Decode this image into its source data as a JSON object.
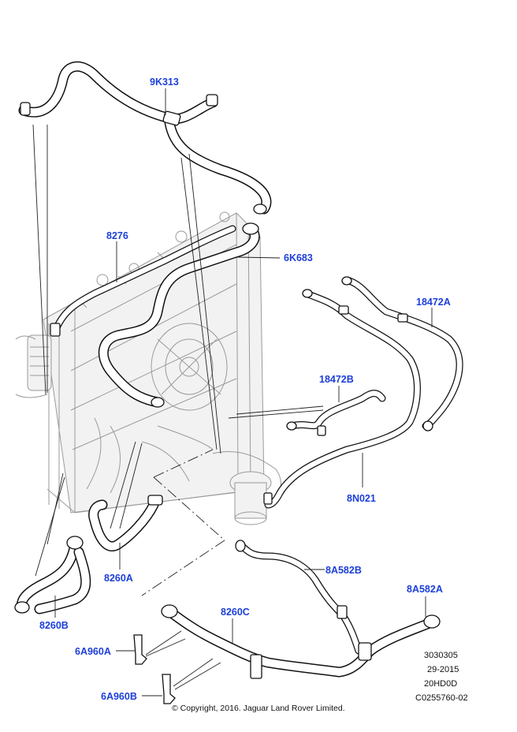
{
  "callouts": {
    "c9K313": "9K313",
    "c8276": "8276",
    "c6K683": "6K683",
    "c18472A": "18472A",
    "c18472B": "18472B",
    "c8N021": "8N021",
    "c8260A": "8260A",
    "c8260B": "8260B",
    "c8A582B": "8A582B",
    "c8A582A": "8A582A",
    "c8260C": "8260C",
    "c6A960A": "6A960A",
    "c6A960B": "6A960B"
  },
  "reference": {
    "line1": "3030305",
    "line2": "29-2015",
    "line3": "20HD0D",
    "line4": "C0255760-02"
  },
  "copyright": "© Copyright, 2016. Jaguar Land Rover Limited.",
  "colors": {
    "callout": "#1c3fd9",
    "line": "#111111",
    "ghost": "#9a9a9a"
  }
}
